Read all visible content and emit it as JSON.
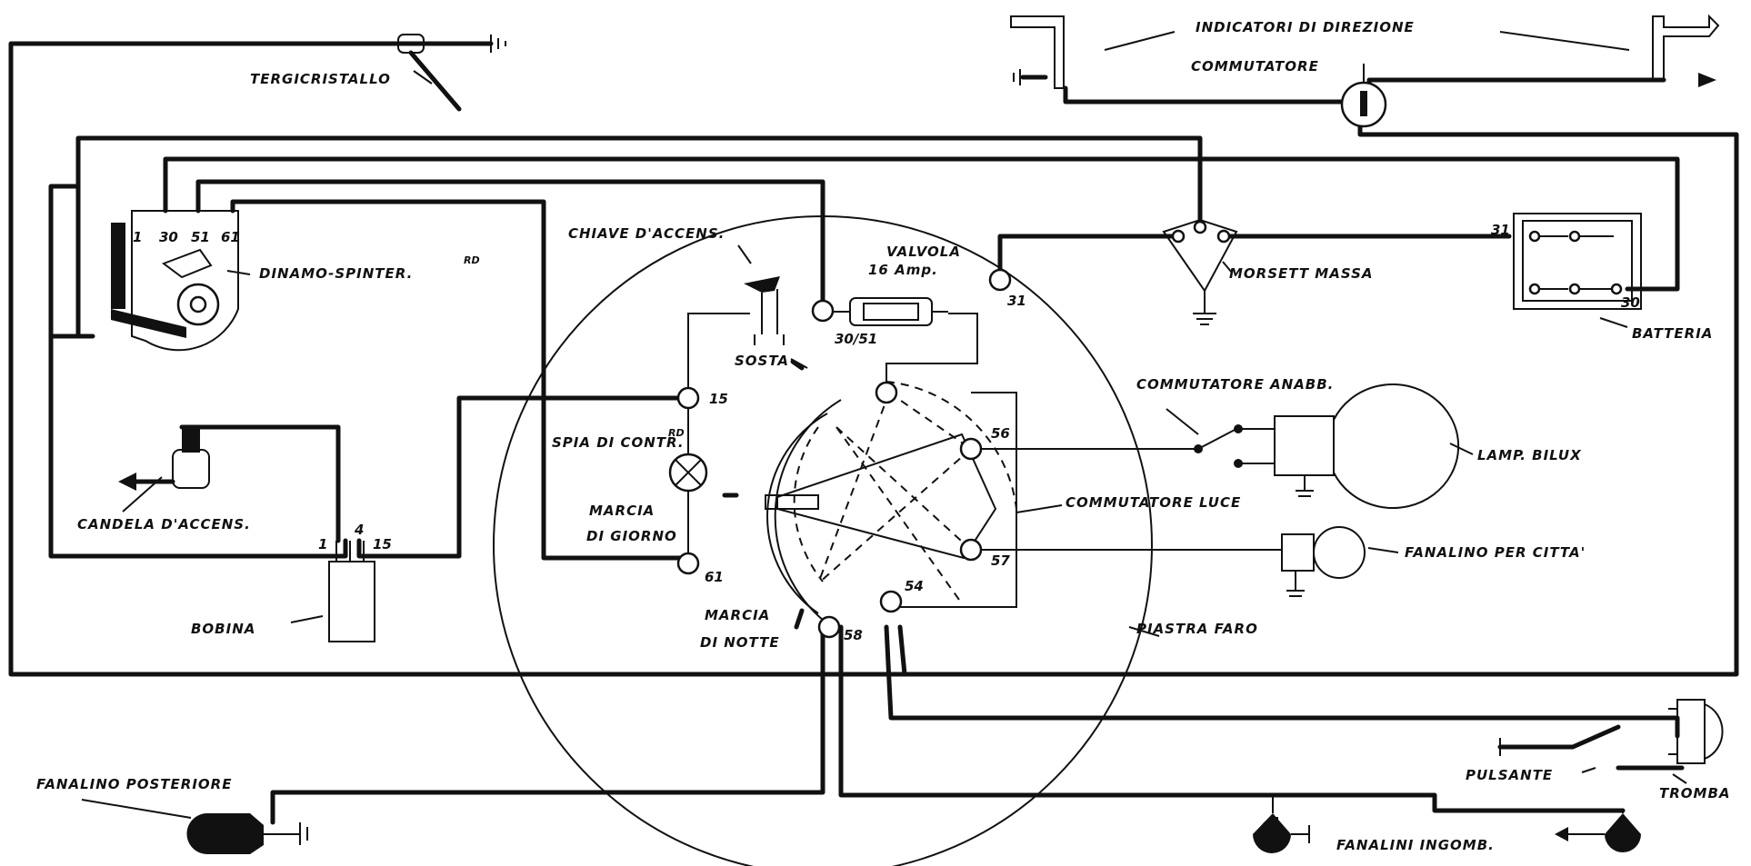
{
  "labels": {
    "tergicristallo": "TERGICRISTALLO",
    "indicatori": "INDICATORI DI DIREZIONE",
    "commutatore": "COMMUTATORE",
    "chiave": "CHIAVE D'ACCENS.",
    "valvola_1": "VALVOLA",
    "valvola_2": "16 Amp.",
    "dinamo": "DINAMO-SPINTER.",
    "morsett": "MORSETT MASSA",
    "batteria": "BATTERIA",
    "sosta": "SOSTA",
    "comm_anabb": "COMMUTATORE ANABB.",
    "spia": "SPIA DI CONTR.",
    "candela": "CANDELA D'ACCENS.",
    "lamp": "LAMP. BILUX",
    "marcia_giorno_1": "MARCIA",
    "marcia_giorno_2": "DI GIORNO",
    "comm_luce": "COMMUTATORE LUCE",
    "fanalino_citta": "FANALINO PER CITTA'",
    "bobina": "BOBINA",
    "marcia_notte_1": "MARCIA",
    "marcia_notte_2": "DI NOTTE",
    "piastra": "PIASTRA FARO",
    "fanalino_post": "FANALINO POSTERIORE",
    "pulsante": "PULSANTE",
    "tromba": "TROMBA",
    "fanalini_ingomb": "FANALINI INGOMB."
  },
  "terminals": {
    "d1": "1",
    "d30": "30",
    "d51": "51",
    "d61": "61",
    "sup": "RD",
    "t3051": "30/51",
    "t31": "31",
    "t15": "15",
    "t61": "61",
    "t56": "56",
    "t57": "57",
    "t54": "54",
    "t58": "58",
    "b31": "31",
    "b30": "30",
    "bob1": "1",
    "bob4": "4",
    "bob15": "15",
    "spia_sup": "RD"
  }
}
